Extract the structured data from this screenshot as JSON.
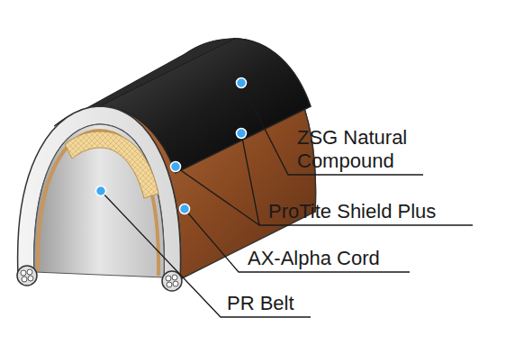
{
  "diagram": {
    "labels": [
      "ZSG Natural Compound",
      "ProTite Shield Plus",
      "AX-Alpha Cord",
      "PR Belt"
    ]
  }
}
